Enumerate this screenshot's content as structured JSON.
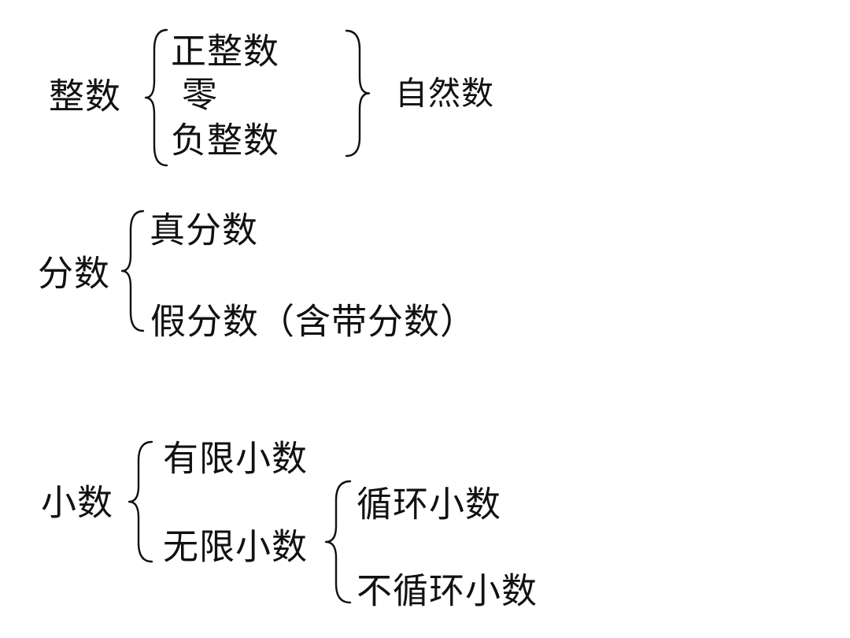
{
  "colors": {
    "background": "#ffffff",
    "text": "#111111",
    "brace": "#111111"
  },
  "diagram": {
    "title_implicit": "数的分类",
    "groups": [
      {
        "label": "整数",
        "items": [
          "正整数",
          "零",
          "负整数"
        ],
        "result": "自然数"
      },
      {
        "label": "分数",
        "items": [
          "真分数",
          "假分数（含带分数）"
        ]
      },
      {
        "label": "小数",
        "items": [
          "有限小数",
          "无限小数"
        ],
        "sub": {
          "parent": "无限小数",
          "items": [
            "循环小数",
            "不循环小数"
          ]
        }
      }
    ]
  }
}
